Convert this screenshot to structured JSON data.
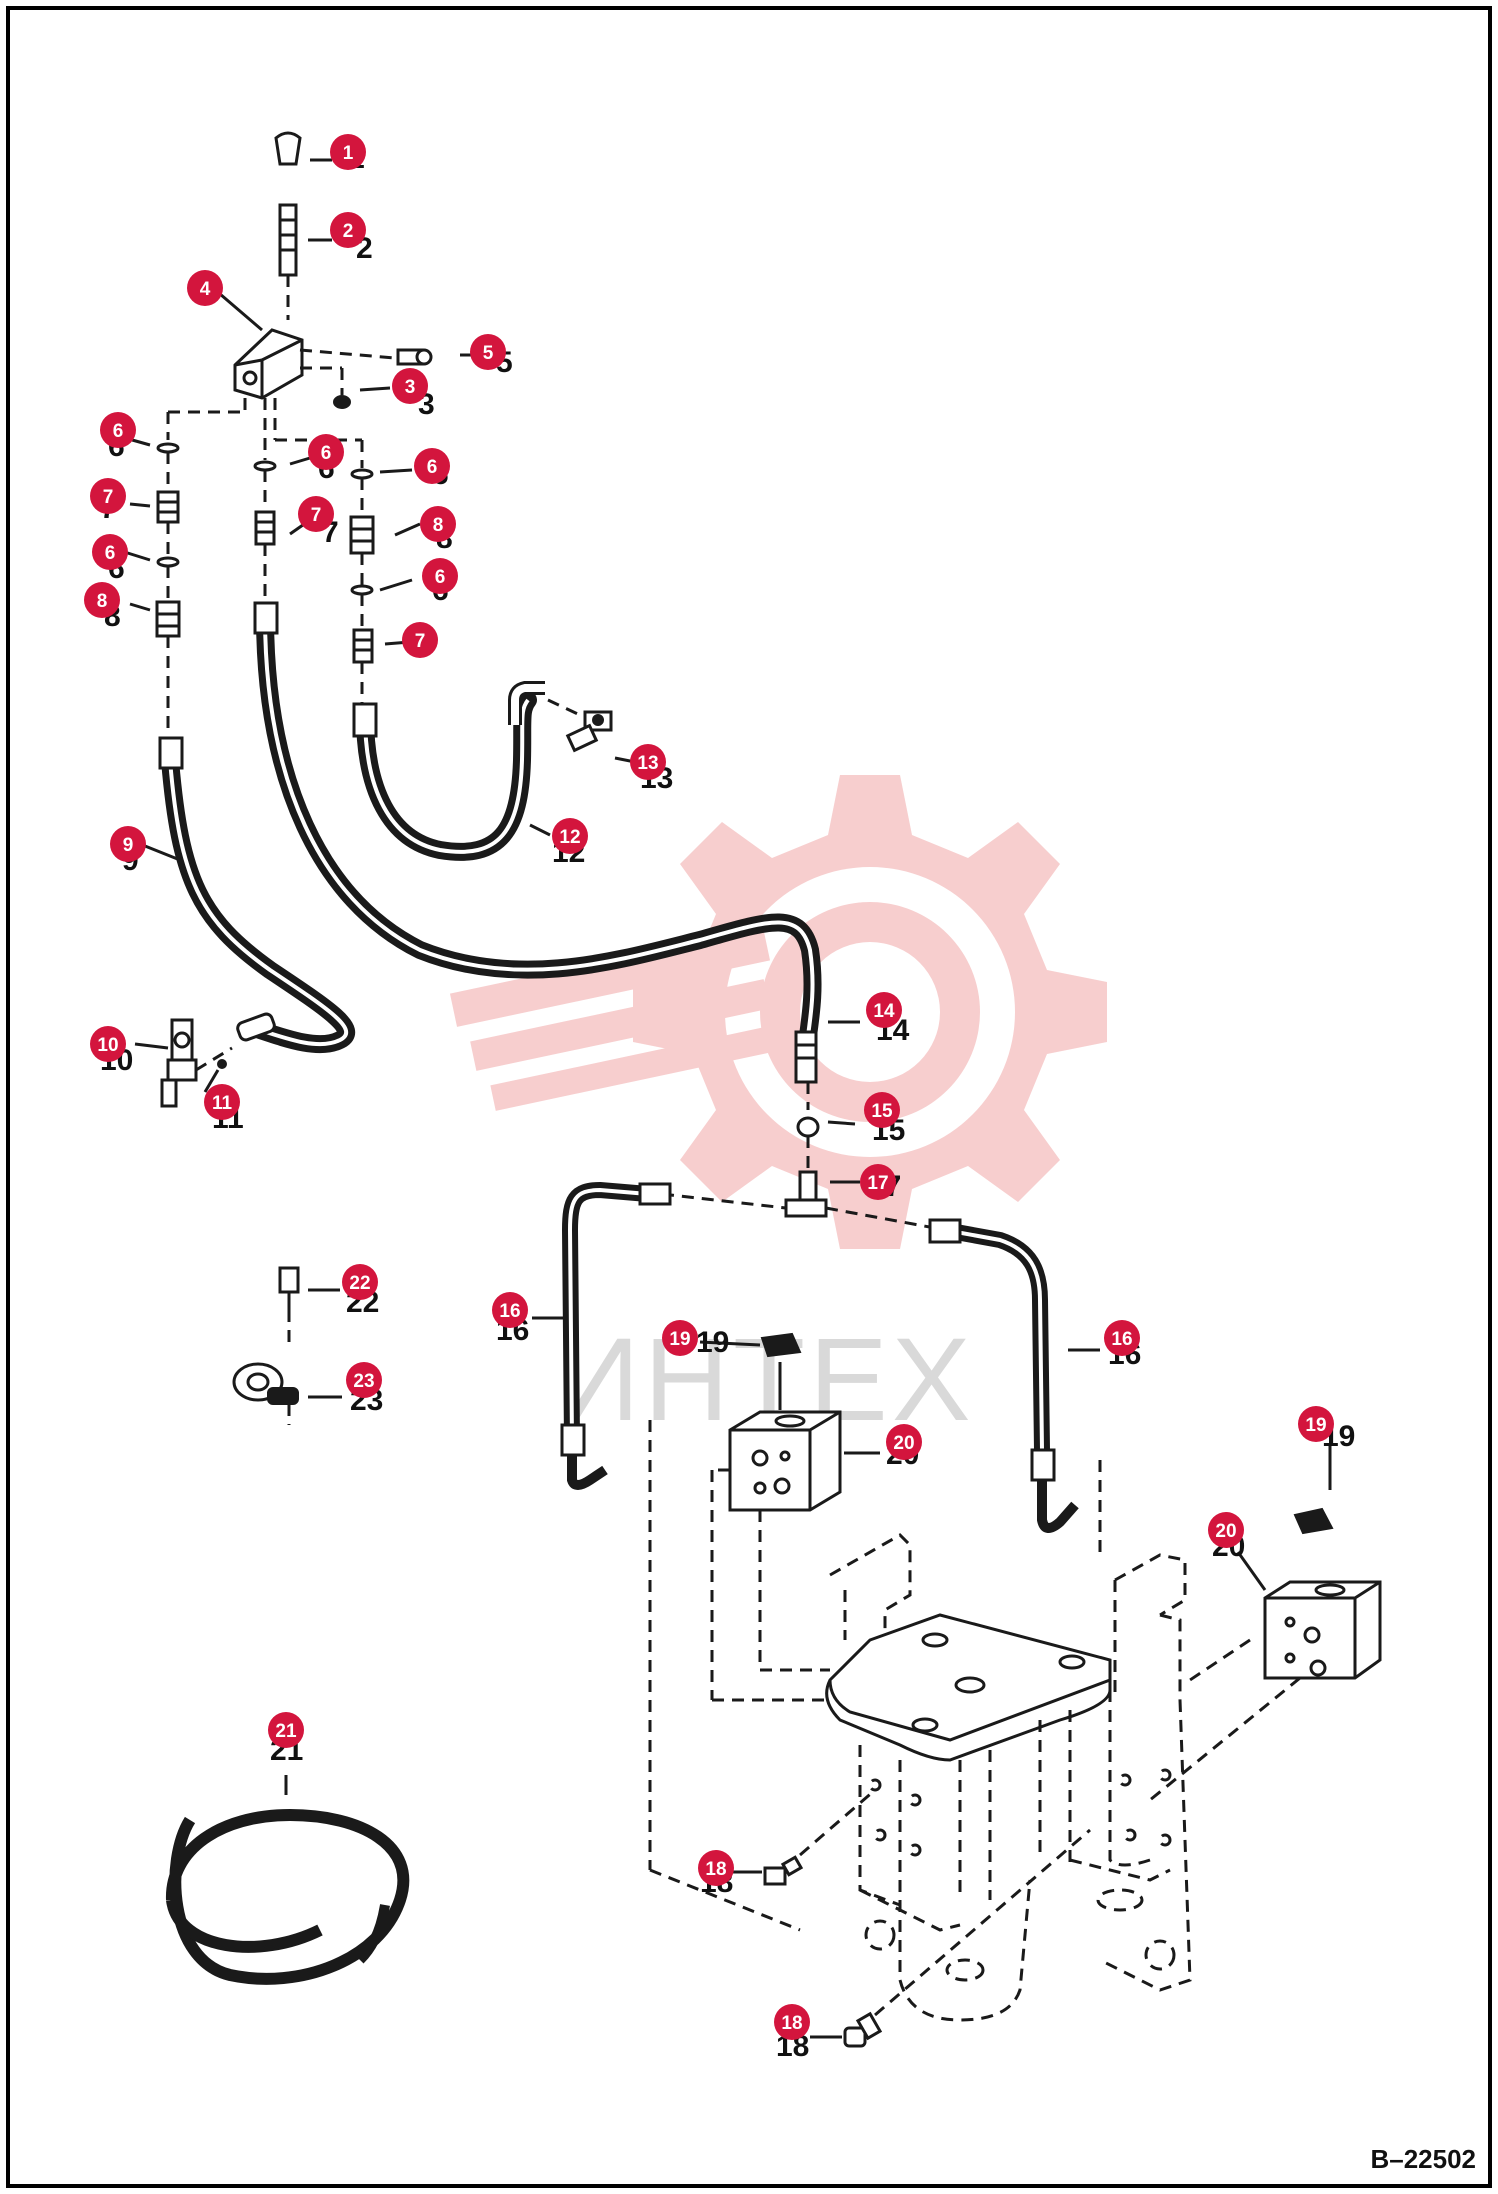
{
  "drawing": {
    "reference_code": "B–22502",
    "watermark": {
      "text": "ИНТЕХ",
      "logo": "gear-logo"
    }
  },
  "callouts": [
    {
      "id": 1,
      "label": "1",
      "ghost": "1"
    },
    {
      "id": 2,
      "label": "2",
      "ghost": "2"
    },
    {
      "id": 3,
      "label": "3",
      "ghost": "3"
    },
    {
      "id": 4,
      "label": "4",
      "ghost": ""
    },
    {
      "id": 5,
      "label": "5",
      "ghost": "5"
    },
    {
      "id": 6,
      "label": "6",
      "ghost": "6"
    },
    {
      "id": 7,
      "label": "6",
      "ghost": "6"
    },
    {
      "id": 8,
      "label": "6",
      "ghost": "6"
    },
    {
      "id": 9,
      "label": "6",
      "ghost": "6"
    },
    {
      "id": 10,
      "label": "6",
      "ghost": "6"
    },
    {
      "id": 11,
      "label": "7",
      "ghost": "7"
    },
    {
      "id": 12,
      "label": "7",
      "ghost": "7"
    },
    {
      "id": 13,
      "label": "7",
      "ghost": "7"
    },
    {
      "id": 14,
      "label": "8",
      "ghost": "8"
    },
    {
      "id": 15,
      "label": "8",
      "ghost": "8"
    },
    {
      "id": 16,
      "label": "9",
      "ghost": "9"
    },
    {
      "id": 17,
      "label": "10",
      "ghost": "10"
    },
    {
      "id": 18,
      "label": "11",
      "ghost": "11"
    },
    {
      "id": 19,
      "label": "12",
      "ghost": "12"
    },
    {
      "id": 20,
      "label": "13",
      "ghost": "13"
    },
    {
      "id": 21,
      "label": "14",
      "ghost": "14"
    },
    {
      "id": 22,
      "label": "15",
      "ghost": "15"
    },
    {
      "id": 23,
      "label": "16",
      "ghost": "16"
    },
    {
      "id": 24,
      "label": "16",
      "ghost": "16"
    },
    {
      "id": 25,
      "label": "17",
      "ghost": "17"
    },
    {
      "id": 26,
      "label": "18",
      "ghost": "18"
    },
    {
      "id": 27,
      "label": "18",
      "ghost": "18"
    },
    {
      "id": 28,
      "label": "19",
      "ghost": "19"
    },
    {
      "id": 29,
      "label": "19",
      "ghost": "19"
    },
    {
      "id": 30,
      "label": "20",
      "ghost": "20"
    },
    {
      "id": 31,
      "label": "20",
      "ghost": "20"
    },
    {
      "id": 32,
      "label": "21",
      "ghost": "21"
    },
    {
      "id": 33,
      "label": "22",
      "ghost": "22"
    },
    {
      "id": 34,
      "label": "23",
      "ghost": "23"
    }
  ],
  "colors": {
    "callout_fill": "#d3153d",
    "line": "#1a1a1a",
    "watermark_gear": "#f6c9c9",
    "watermark_text": "#d9d9d9",
    "frame": "#000000"
  }
}
